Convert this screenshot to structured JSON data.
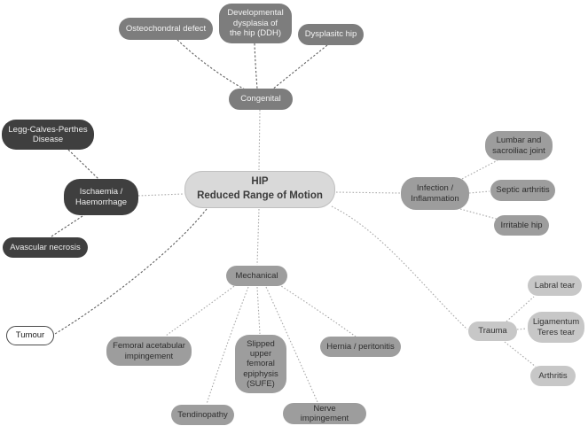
{
  "diagram": {
    "type": "mind-map",
    "topic": "HIP Reduced Range of Motion"
  },
  "colors": {
    "branch_dark": "#3f3f3f",
    "branch_mid": "#7d7d7d",
    "branch_gray": "#9d9d9d",
    "branch_light": "#c7c7c7",
    "center_fill": "#d9d9d9",
    "outline_fill": "#ffffff",
    "edge_light": "#a9a9a9",
    "edge_dark": "#5f5f5f"
  },
  "nodes": {
    "center": {
      "label": "HIP\nReduced Range of Motion"
    },
    "congenital": {
      "label": "Congenital"
    },
    "osteochondral": {
      "label": "Osteochondral defect"
    },
    "ddh": {
      "label": "Developmental\ndysplasia of\nthe hip (DDH)"
    },
    "dysplastic": {
      "label": "Dysplasitc hip"
    },
    "ischaemia": {
      "label": "Ischaemia /\nHaemorrhage"
    },
    "lcp": {
      "label": "Legg-Calves-Perthes\nDisease"
    },
    "avascular": {
      "label": "Avascular necrosis"
    },
    "infection": {
      "label": "Infection /\nInflammation"
    },
    "lumbar": {
      "label": "Lumbar and\nsacroiliac joint"
    },
    "septic": {
      "label": "Septic arthritis"
    },
    "irritable": {
      "label": "Irritable hip"
    },
    "mechanical": {
      "label": "Mechanical"
    },
    "femoral": {
      "label": "Femoral acetabular\nimpingement"
    },
    "sufe": {
      "label": "Slipped\nupper\nfemoral\nepiphysis\n(SUFE)"
    },
    "hernia": {
      "label": "Hernia / peritonitis"
    },
    "tendinopathy": {
      "label": "Tendinopathy"
    },
    "nerve": {
      "label": "Nerve impingement"
    },
    "trauma": {
      "label": "Trauma"
    },
    "labral": {
      "label": "Labral tear"
    },
    "ligamentum": {
      "label": "Ligamentum\nTeres tear"
    },
    "arthritis": {
      "label": "Arthritis"
    },
    "tumour": {
      "label": "Tumour"
    }
  },
  "edges": [
    {
      "from": "center",
      "to": "congenital"
    },
    {
      "from": "congenital",
      "to": "osteochondral"
    },
    {
      "from": "congenital",
      "to": "ddh"
    },
    {
      "from": "congenital",
      "to": "dysplastic"
    },
    {
      "from": "center",
      "to": "ischaemia"
    },
    {
      "from": "ischaemia",
      "to": "lcp"
    },
    {
      "from": "ischaemia",
      "to": "avascular"
    },
    {
      "from": "center",
      "to": "infection"
    },
    {
      "from": "infection",
      "to": "lumbar"
    },
    {
      "from": "infection",
      "to": "septic"
    },
    {
      "from": "infection",
      "to": "irritable"
    },
    {
      "from": "center",
      "to": "mechanical"
    },
    {
      "from": "mechanical",
      "to": "femoral"
    },
    {
      "from": "mechanical",
      "to": "tendinopathy"
    },
    {
      "from": "mechanical",
      "to": "sufe"
    },
    {
      "from": "mechanical",
      "to": "nerve"
    },
    {
      "from": "mechanical",
      "to": "hernia"
    },
    {
      "from": "center",
      "to": "trauma"
    },
    {
      "from": "trauma",
      "to": "labral"
    },
    {
      "from": "trauma",
      "to": "ligamentum"
    },
    {
      "from": "trauma",
      "to": "arthritis"
    },
    {
      "from": "center",
      "to": "tumour"
    }
  ]
}
